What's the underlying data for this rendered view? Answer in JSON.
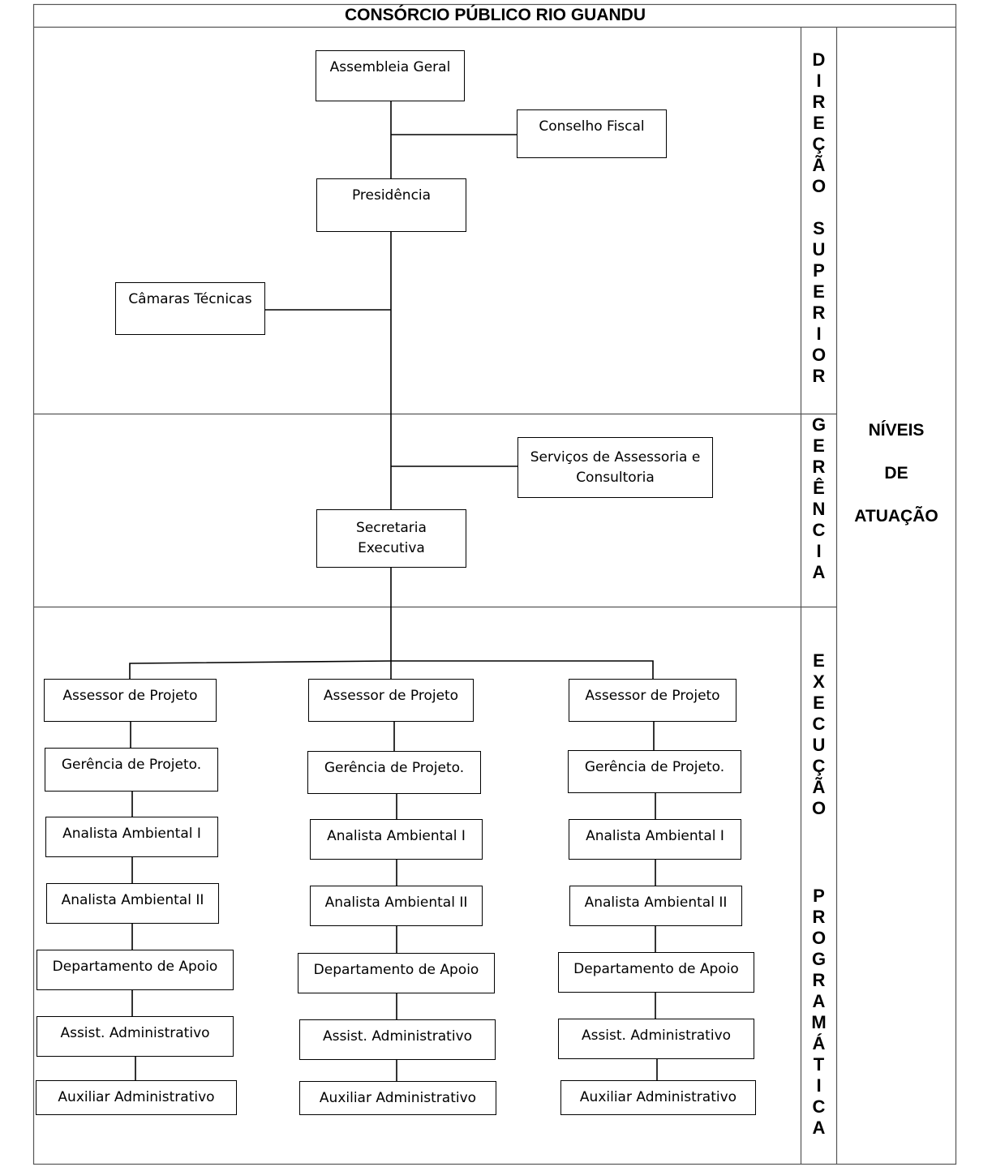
{
  "title": "CONSÓRCIO PÚBLICO RIO GUANDU",
  "levels_heading": [
    "NÍVEIS",
    "DE",
    "ATUAÇÃO"
  ],
  "vertical_labels": {
    "direcao_superior": [
      "D",
      "I",
      "R",
      "E",
      "Ç",
      "Ã",
      "O",
      " ",
      "S",
      "U",
      "P",
      "E",
      "R",
      "I",
      "O",
      "R"
    ],
    "gerencia": [
      "G",
      "E",
      "R",
      "Ê",
      "N",
      "C",
      "I",
      "A"
    ],
    "execucao": [
      "E",
      "X",
      "E",
      "C",
      "U",
      "Ç",
      "Ã",
      "O"
    ],
    "programatica": [
      "P",
      "R",
      "O",
      "G",
      "R",
      "A",
      "M",
      "Á",
      "T",
      "I",
      "C",
      "A"
    ]
  },
  "top_nodes": {
    "assembleia": "Assembleia Geral",
    "conselho": "Conselho Fiscal",
    "presidencia": "Presidência",
    "camaras": "Câmaras Técnicas",
    "servicos_line1": "Serviços de Assessoria e",
    "servicos_line2": "Consultoria",
    "secretaria_line1": "Secretaria",
    "secretaria_line2": "Executiva"
  },
  "columns": [
    [
      "Assessor de Projeto",
      "Gerência de Projeto.",
      "Analista Ambiental I",
      "Analista Ambiental II",
      "Departamento de Apoio",
      "Assist. Administrativo",
      "Auxiliar Administrativo"
    ],
    [
      "Assessor de Projeto",
      "Gerência de Projeto.",
      "Analista Ambiental I",
      "Analista Ambiental II",
      "Departamento de Apoio",
      "Assist. Administrativo",
      "Auxiliar Administrativo"
    ],
    [
      "Assessor de Projeto",
      "Gerência de Projeto.",
      "Analista Ambiental I",
      "Analista Ambiental II",
      "Departamento de Apoio",
      "Assist. Administrativo",
      "Auxiliar Administrativo"
    ]
  ]
}
